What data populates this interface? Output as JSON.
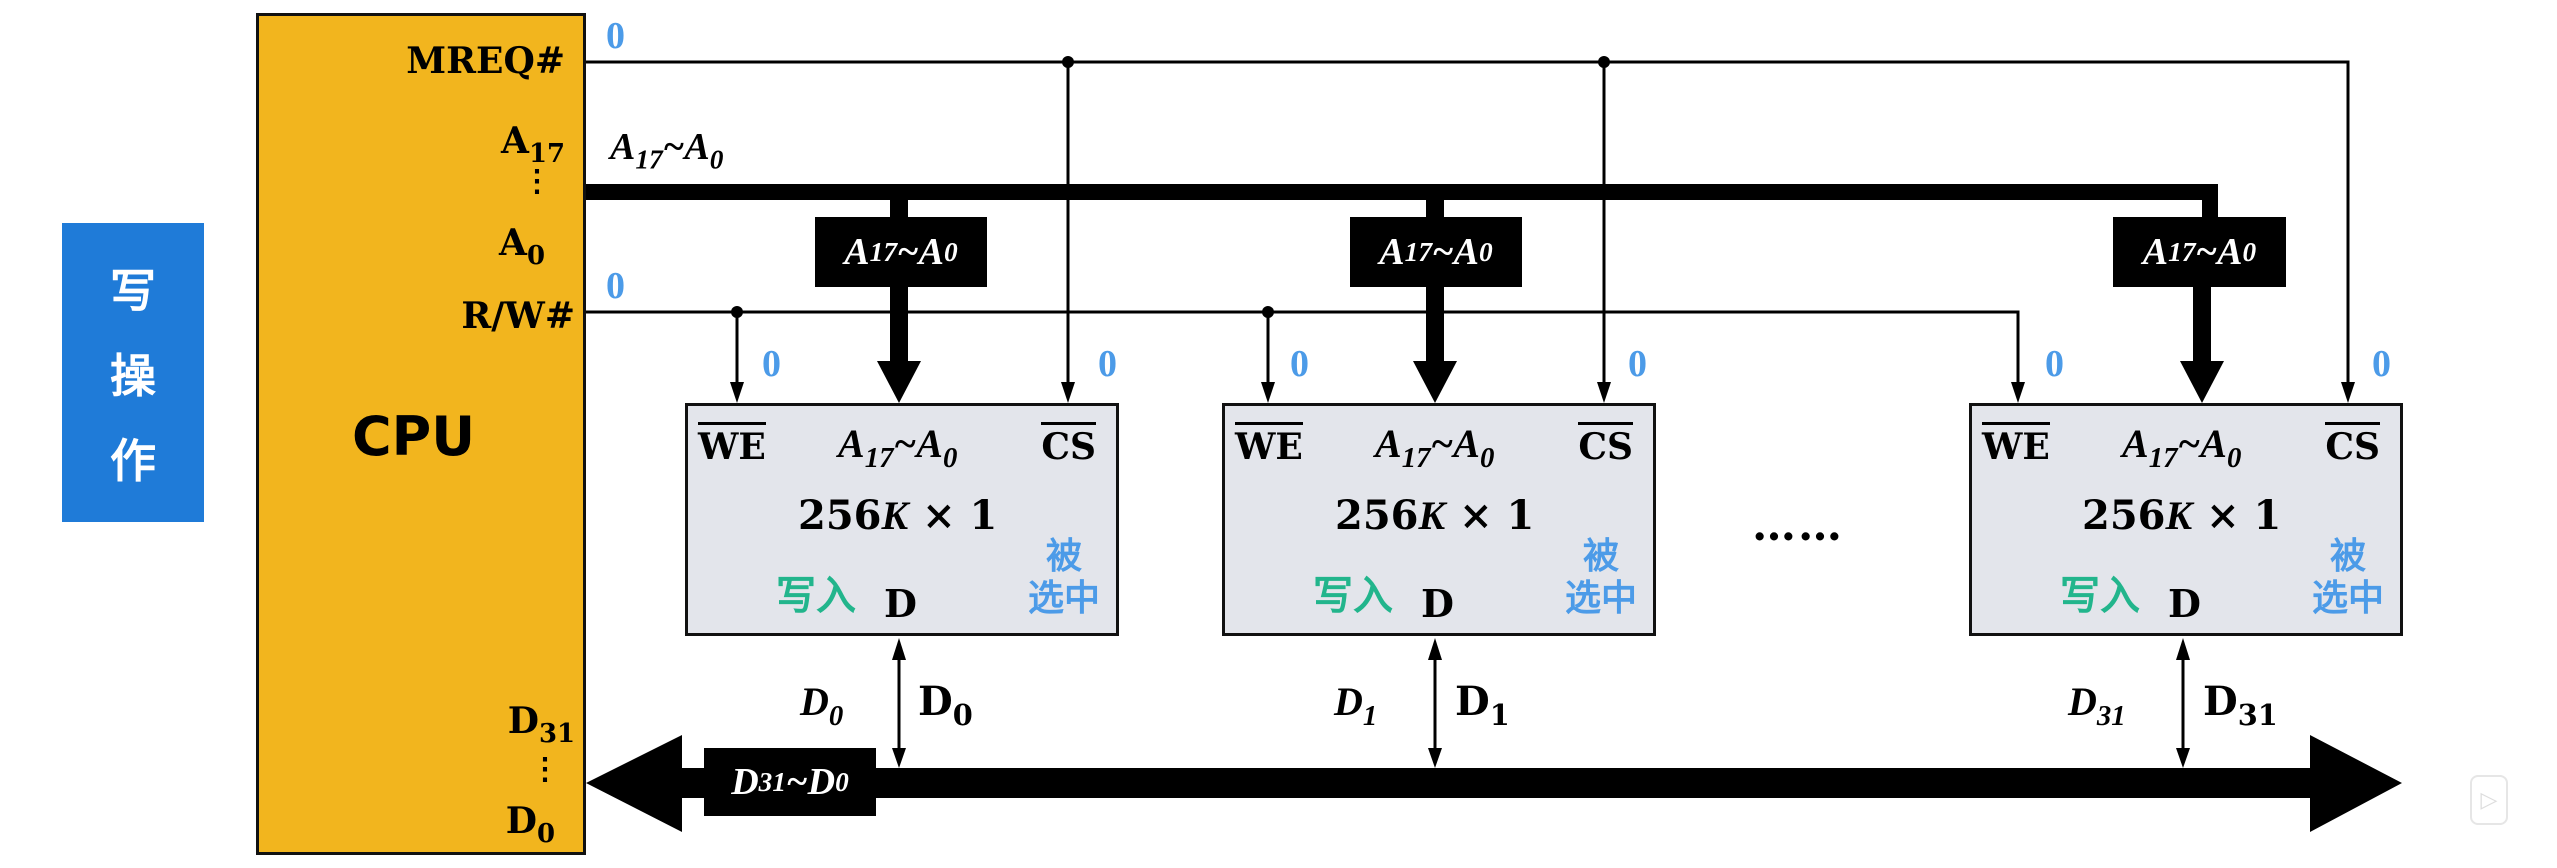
{
  "side_title": [
    "写",
    "操",
    "作"
  ],
  "cpu": {
    "label": "CPU",
    "pins": {
      "mreq": "MREQ#",
      "a_high": {
        "base": "A",
        "sub": "17"
      },
      "a_low": {
        "base": "A",
        "sub": "0"
      },
      "rw": "R/W#",
      "d_high": {
        "base": "D",
        "sub": "31"
      },
      "d_low": {
        "base": "D",
        "sub": "0"
      },
      "ellipsis": "⋮"
    }
  },
  "signal_values": {
    "mreq": "0",
    "rw": "0"
  },
  "address_bus": {
    "label": {
      "a": "A",
      "s1": "17",
      "t": "~",
      "b": "A",
      "s2": "0"
    }
  },
  "data_bus": {
    "label": {
      "a": "D",
      "s1": "31",
      "t": "~",
      "b": "D",
      "s2": "0"
    }
  },
  "chips": [
    {
      "we": "WE",
      "addr": {
        "a": "A",
        "s1": "17",
        "t": "~",
        "b": "A",
        "s2": "0"
      },
      "cs": "CS",
      "capacity": {
        "n": "256",
        "k": "K",
        "x": " × 1"
      },
      "write_label": "写入",
      "d": "D",
      "selected_label": [
        "被",
        "选中"
      ],
      "we_value": "0",
      "cs_value": "0",
      "tag": {
        "a": "A",
        "s1": "17",
        "t": "~",
        "b": "A",
        "s2": "0"
      },
      "data_bit_italic": {
        "b": "D",
        "s": "0"
      },
      "data_bit": {
        "b": "D",
        "s": "0"
      }
    },
    {
      "we": "WE",
      "addr": {
        "a": "A",
        "s1": "17",
        "t": "~",
        "b": "A",
        "s2": "0"
      },
      "cs": "CS",
      "capacity": {
        "n": "256",
        "k": "K",
        "x": " × 1"
      },
      "write_label": "写入",
      "d": "D",
      "selected_label": [
        "被",
        "选中"
      ],
      "we_value": "0",
      "cs_value": "0",
      "tag": {
        "a": "A",
        "s1": "17",
        "t": "~",
        "b": "A",
        "s2": "0"
      },
      "data_bit_italic": {
        "b": "D",
        "s": "1"
      },
      "data_bit": {
        "b": "D",
        "s": "1"
      }
    },
    {
      "we": "WE",
      "addr": {
        "a": "A",
        "s1": "17",
        "t": "~",
        "b": "A",
        "s2": "0"
      },
      "cs": "CS",
      "capacity": {
        "n": "256",
        "k": "K",
        "x": " × 1"
      },
      "write_label": "写入",
      "d": "D",
      "selected_label": [
        "被",
        "选中"
      ],
      "we_value": "0",
      "cs_value": "0",
      "tag": {
        "a": "A",
        "s1": "17",
        "t": "~",
        "b": "A",
        "s2": "0"
      },
      "data_bit_italic": {
        "b": "D",
        "s": "31"
      },
      "data_bit": {
        "b": "D",
        "s": "31"
      }
    }
  ],
  "ellipsis_between_chips": "……",
  "colors": {
    "cpu_fill": "#F2B51E",
    "side_fill": "#1F7BD8",
    "signal_zero": "#4C9BE8",
    "write_label": "#22B58C",
    "chip_fill": "#E3E5EB"
  },
  "watermark_icon": "video-player-icon"
}
